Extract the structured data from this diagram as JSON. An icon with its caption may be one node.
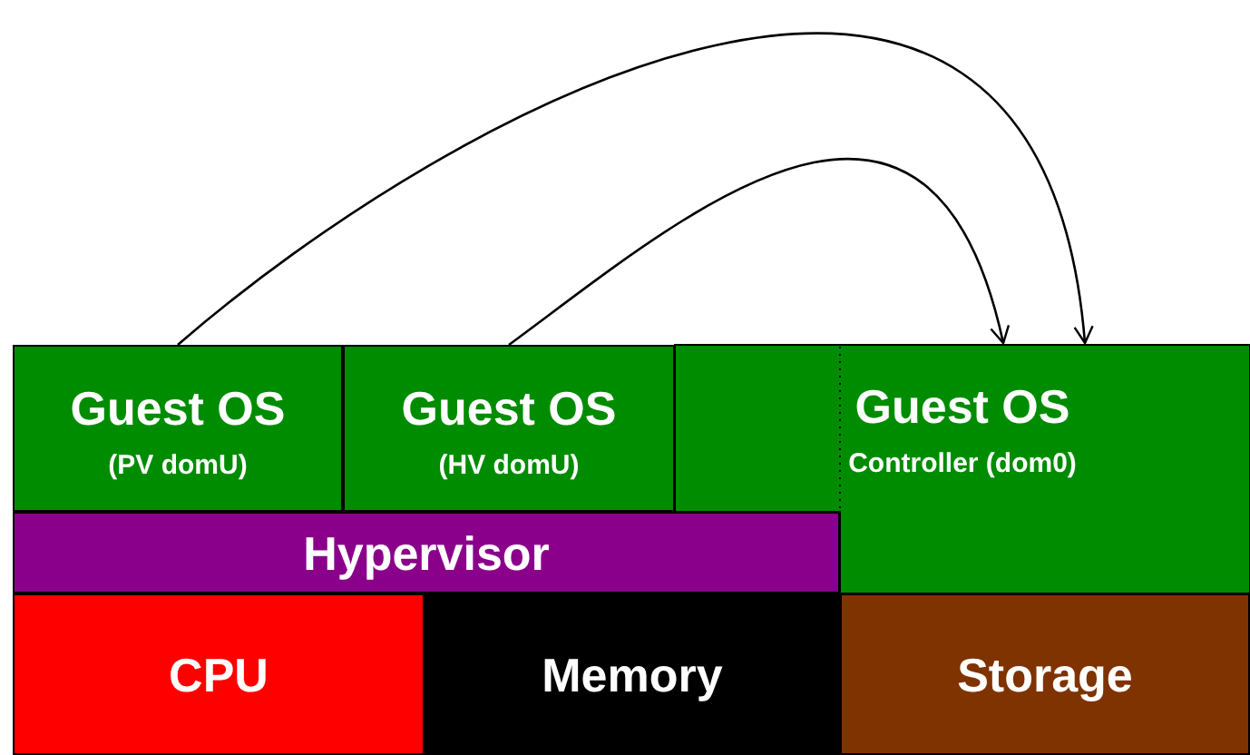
{
  "diagram": {
    "nodes": [
      {
        "text": [
          "Guest OS",
          "(PV domU)"
        ]
      },
      {
        "text": [
          "Guest OS",
          "(HV domU)"
        ]
      },
      {
        "text": [
          "Guest OS",
          "Controller (dom0)"
        ]
      },
      {
        "text": [
          "Hypervisor"
        ]
      },
      {
        "text": [
          "CPU"
        ]
      },
      {
        "text": [
          "Memory"
        ]
      },
      {
        "text": [
          "Storage"
        ]
      }
    ],
    "edges": [
      {
        "from": 0,
        "to": 2,
        "arrow": "to"
      },
      {
        "from": 1,
        "to": 2,
        "arrow": "to"
      }
    ]
  }
}
